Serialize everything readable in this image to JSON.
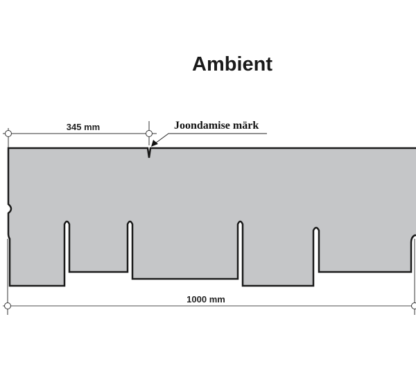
{
  "title": "Ambient",
  "dimensions": {
    "alignment_offset": "345 mm",
    "total_width": "1000 mm"
  },
  "annotation": "Joondamise märk",
  "colors": {
    "shingle_fill": "#c5c6c8",
    "outline": "#1a1a1a"
  }
}
